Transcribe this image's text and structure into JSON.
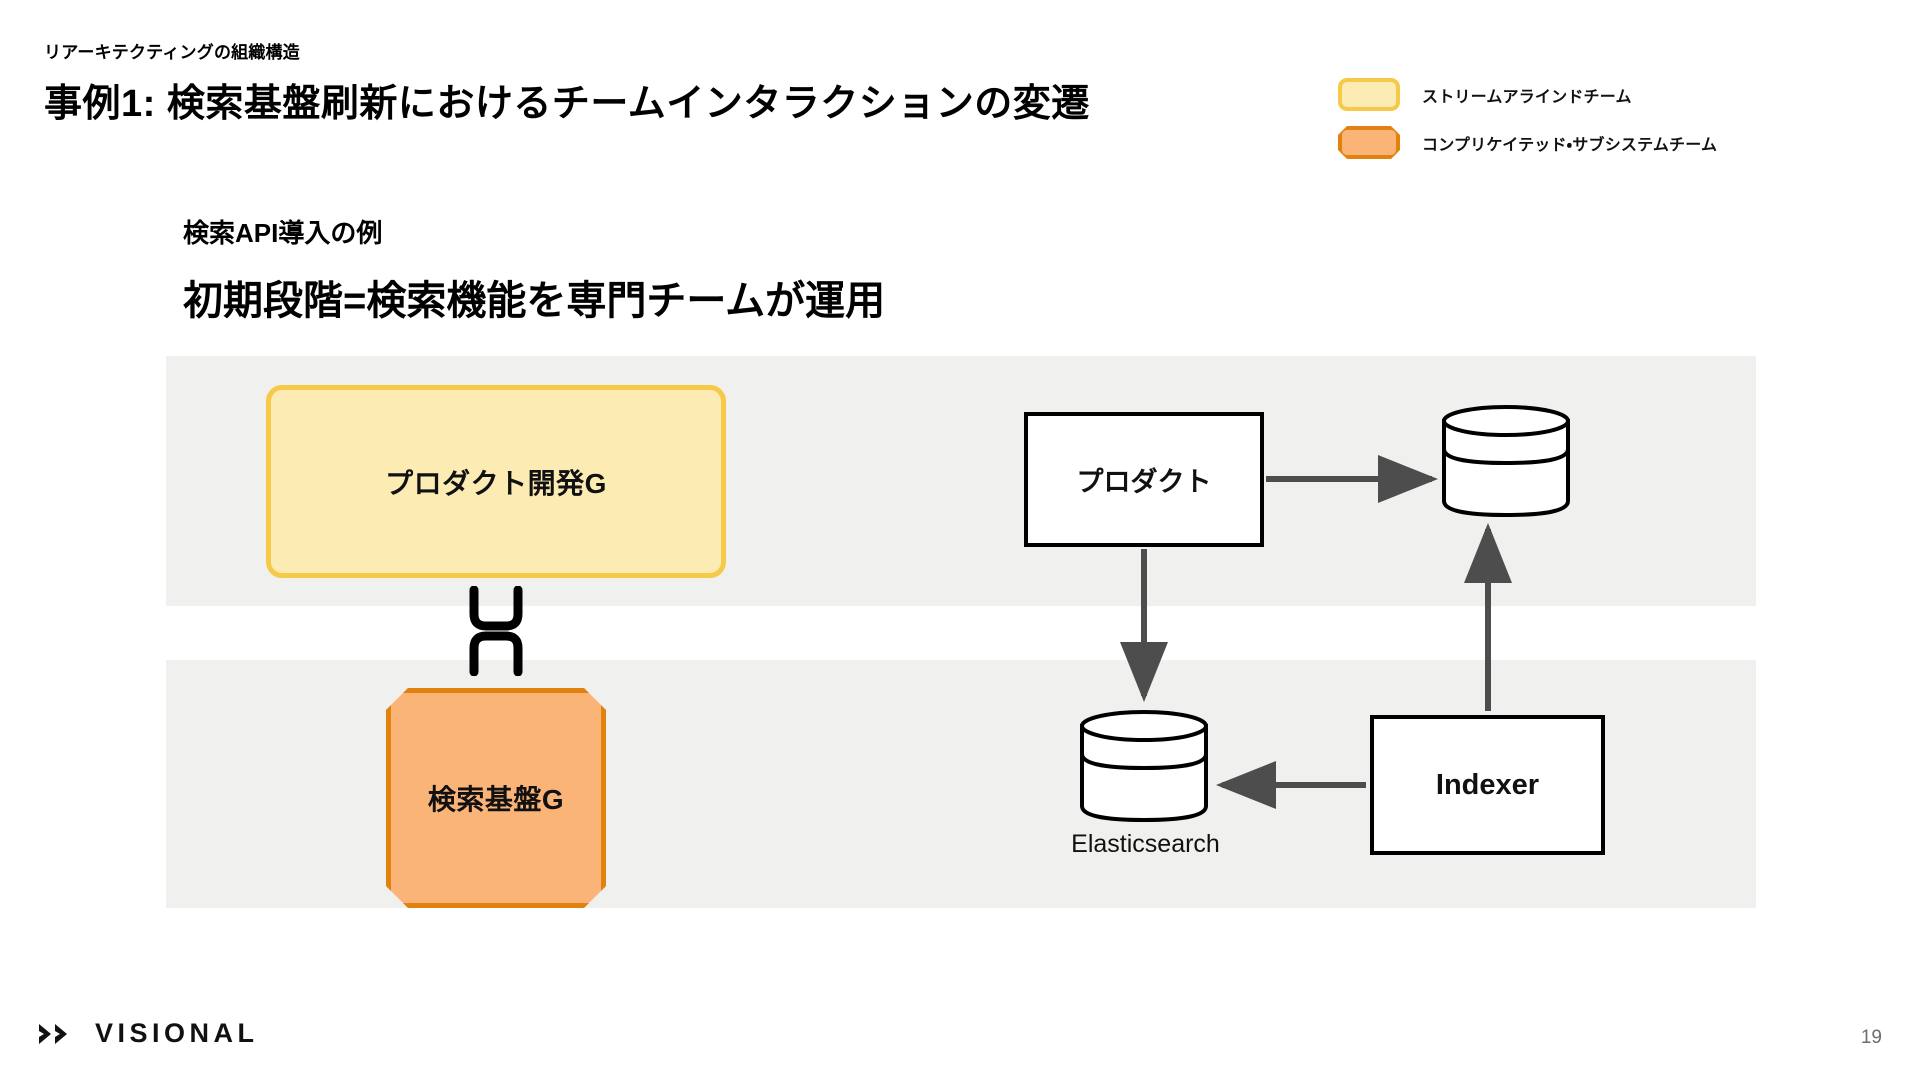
{
  "header": {
    "eyebrow": "リアーキテクティングの組織構造",
    "title": "事例1: 検索基盤刷新におけるチームインタラクションの変遷"
  },
  "legend": {
    "items": [
      {
        "label": "ストリームアラインドチーム",
        "fill": "#fdebb4",
        "stroke": "#f7c948",
        "shape": "rounded-rect"
      },
      {
        "label": "コンプリケイテッド・サブシステムチーム",
        "fill": "#fbb478",
        "stroke": "#e1820f",
        "shape": "octagon"
      }
    ]
  },
  "section": {
    "eyebrow": "検索API導入の例",
    "heading": "初期段階=検索機能を専門チームが運用"
  },
  "teams": {
    "stream_aligned": {
      "label": "プロダクト開発G",
      "fill": "#fdebb4",
      "stroke": "#f7c948"
    },
    "complicated_subsystem": {
      "label": "検索基盤G",
      "fill": "#fbb478",
      "stroke": "#e1820f"
    },
    "interaction_mode": "collaboration"
  },
  "architecture": {
    "nodes": [
      {
        "id": "product",
        "label": "プロダクト",
        "type": "box"
      },
      {
        "id": "db-main",
        "label": "",
        "type": "cylinder"
      },
      {
        "id": "db-es",
        "label": "Elasticsearch",
        "type": "cylinder"
      },
      {
        "id": "indexer",
        "label": "Indexer",
        "type": "box"
      }
    ],
    "edges": [
      {
        "from": "product",
        "to": "db-main"
      },
      {
        "from": "product",
        "to": "db-es"
      },
      {
        "from": "indexer",
        "to": "db-es"
      },
      {
        "from": "indexer",
        "to": "db-main"
      }
    ]
  },
  "footer": {
    "brand": "VISIONAL",
    "page_number": "19"
  },
  "colors": {
    "band": "#f0f0ee",
    "stream_fill": "#fdebb4",
    "stream_stroke": "#f7c948",
    "complicated_fill": "#fbb478",
    "complicated_stroke": "#e1820f",
    "edge": "#4d4d4d",
    "ink": "#000000"
  }
}
